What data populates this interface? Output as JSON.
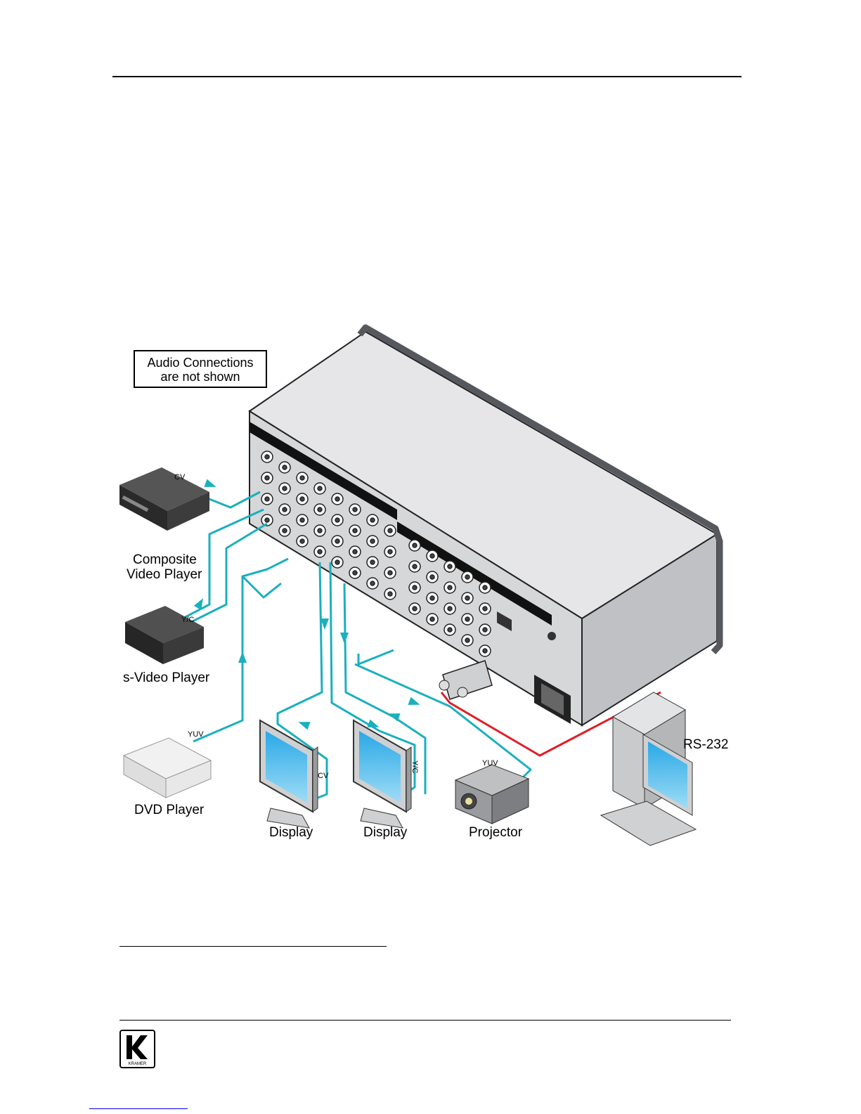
{
  "note": {
    "line1": "Audio Connections",
    "line2": "are not shown"
  },
  "devices": {
    "composite_player": {
      "line1": "Composite",
      "line2": "Video Player",
      "signal": "CV"
    },
    "svideo_player": {
      "label": "s-Video Player",
      "signal": "Y/C"
    },
    "dvd_player": {
      "label": "DVD Player",
      "signal": "YUV"
    },
    "display_cv": {
      "label": "Display",
      "signal": "CV"
    },
    "display_yc": {
      "label": "Display",
      "signal": "Y/C"
    },
    "projector": {
      "label": "Projector",
      "signal": "YUV"
    },
    "pc": {
      "label": "RS-232"
    }
  },
  "logo": {
    "text": "KRAMER"
  },
  "colors": {
    "cable": "#1ab0bd",
    "rs232": "#e01e26",
    "chassis": "#d9dadc",
    "chassis_top": "#e9e9ea",
    "handle": "#5b5e62",
    "screen": "#58c3f0"
  }
}
